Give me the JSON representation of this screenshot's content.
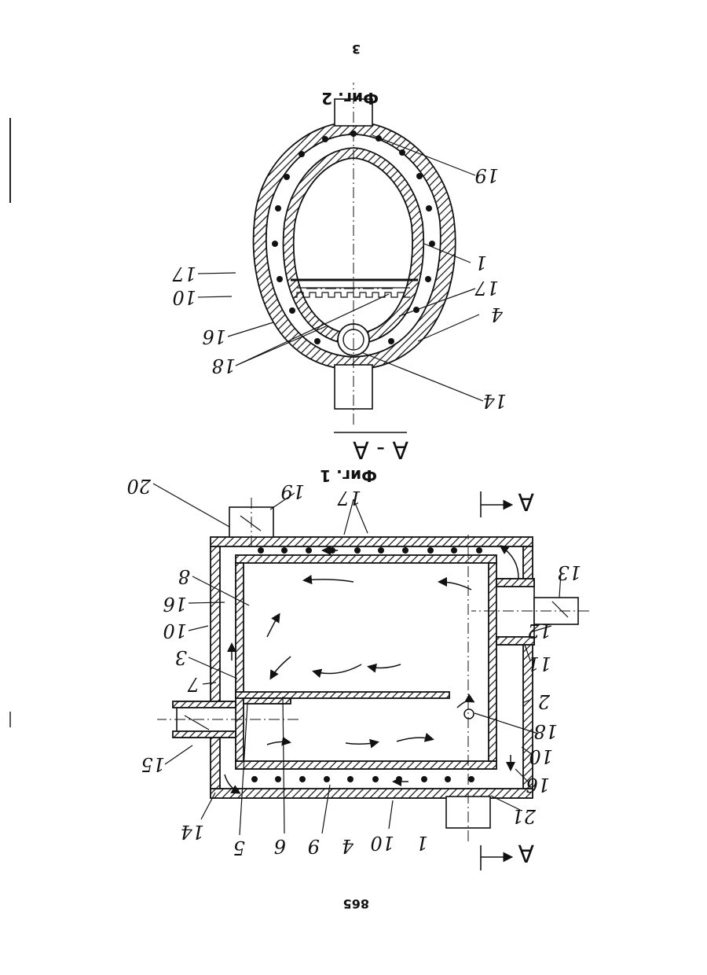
{
  "page": {
    "top_number": "3",
    "bottom_number": "865"
  },
  "fig2": {
    "caption": "Фиг. 2",
    "labels": [
      "19",
      "17",
      "10",
      "16",
      "18",
      "1",
      "17",
      "4",
      "14"
    ]
  },
  "fig1": {
    "caption": "Фиг. 1",
    "section_title": "А - А",
    "section_mark": "А",
    "labels": [
      "20",
      "19",
      "17",
      "8",
      "16",
      "10",
      "3",
      "7",
      "15",
      "14",
      "5",
      "6",
      "9",
      "4",
      "10",
      "1",
      "21",
      "16",
      "10",
      "18",
      "2",
      "11",
      "12",
      "13"
    ]
  }
}
